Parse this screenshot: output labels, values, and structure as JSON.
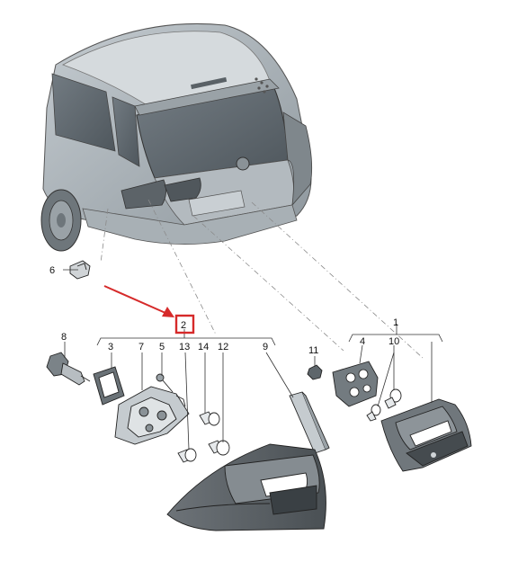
{
  "diagram": {
    "highlighted_callout": "2",
    "accent_color": "#d62a2a",
    "callouts": {
      "c1": "1",
      "c2": "2",
      "c3": "3",
      "c4": "4",
      "c5": "5",
      "c6": "6",
      "c7": "7",
      "c8": "8",
      "c9": "9",
      "c10": "10",
      "c11": "11",
      "c12": "12",
      "c13": "13",
      "c14": "14"
    }
  }
}
